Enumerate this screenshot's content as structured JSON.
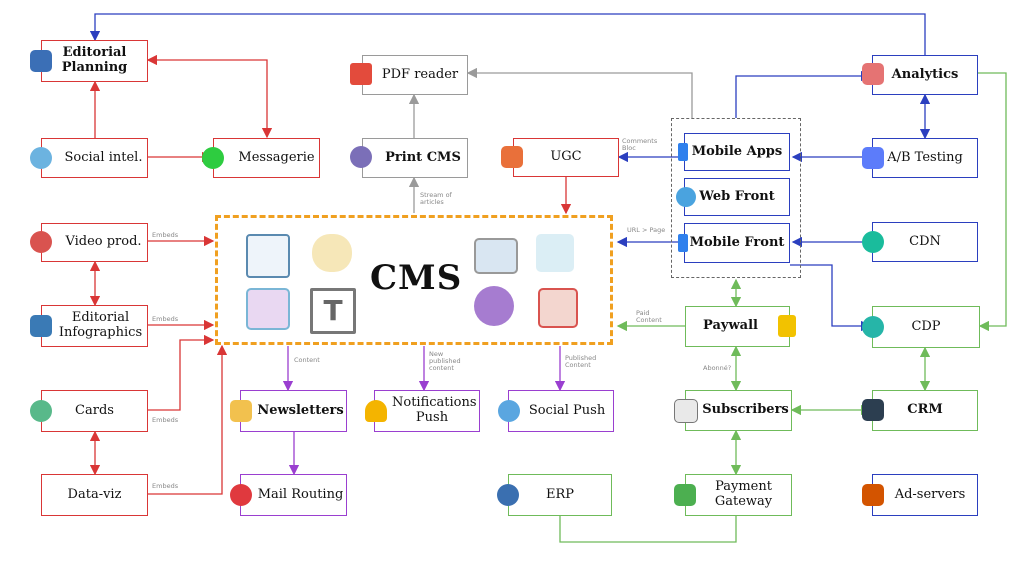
{
  "nodes": {
    "editorial_planning": "Editorial Planning",
    "social_intel": "Social intel.",
    "messagerie": "Messagerie",
    "video_prod": "Video prod.",
    "editorial_infographics": "Editorial Infographics",
    "cards": "Cards",
    "data_viz": "Data-viz",
    "pdf_reader": "PDF reader",
    "print_cms": "Print CMS",
    "ugc": "UGC",
    "cms": "CMS",
    "newsletters": "Newsletters",
    "mail_routing": "Mail Routing",
    "notifications_push": "Notifications Push",
    "social_push": "Social Push",
    "mobile_apps": "Mobile Apps",
    "web_front": "Web Front",
    "mobile_front": "Mobile Front",
    "paywall": "Paywall",
    "subscribers": "Subscribers",
    "payment_gateway": "Payment Gateway",
    "erp": "ERP",
    "analytics": "Analytics",
    "ab_testing": "A/B Testing",
    "cdn": "CDN",
    "cdp": "CDP",
    "crm": "CRM",
    "ad_servers": "Ad-servers"
  },
  "edge_labels": {
    "embeds_video": "Embeds",
    "embeds_infographics": "Embeds",
    "embeds_cards": "Embeds",
    "embeds_dataviz": "Embeds",
    "stream_of_articles": "Stream of articles",
    "comments_bloc": "Comments Bloc",
    "url_page": "URL > Page",
    "paid_content": "Paid Content",
    "content": "Content",
    "new_published_content": "New published content",
    "published_content": "Published Content",
    "abonne": "Abonné?"
  },
  "colors": {
    "red": "#d93636",
    "gray": "#9a9a9a",
    "purple": "#9a3fd0",
    "blue": "#2b3fbf",
    "green": "#6fbb5a",
    "orange": "#f0a020"
  },
  "icons": {
    "planning": "clipboard-icon",
    "social": "network-icon",
    "messagerie": "chat-bubble-icon",
    "video": "video-play-icon",
    "infographics": "infographic-icon",
    "cards": "card-icon",
    "pdf": "pdf-file-icon",
    "print": "printer-icon",
    "ugc": "comments-icon",
    "newsletters": "envelope-icon",
    "mail": "mail-icon",
    "notifications": "bell-icon",
    "social_push": "share-icon",
    "mobile": "smartphone-icon",
    "web": "globe-icon",
    "paywall": "padlock-icon",
    "subscribers": "calendar-icon",
    "payment": "hand-cash-icon",
    "erp": "gear-network-icon",
    "analytics": "chart-board-icon",
    "ab": "ab-test-icon",
    "cdn": "cdn-badge-icon",
    "cdp": "network-nodes-icon",
    "crm": "crm-monitor-icon",
    "ad": "ad-screen-icon"
  }
}
